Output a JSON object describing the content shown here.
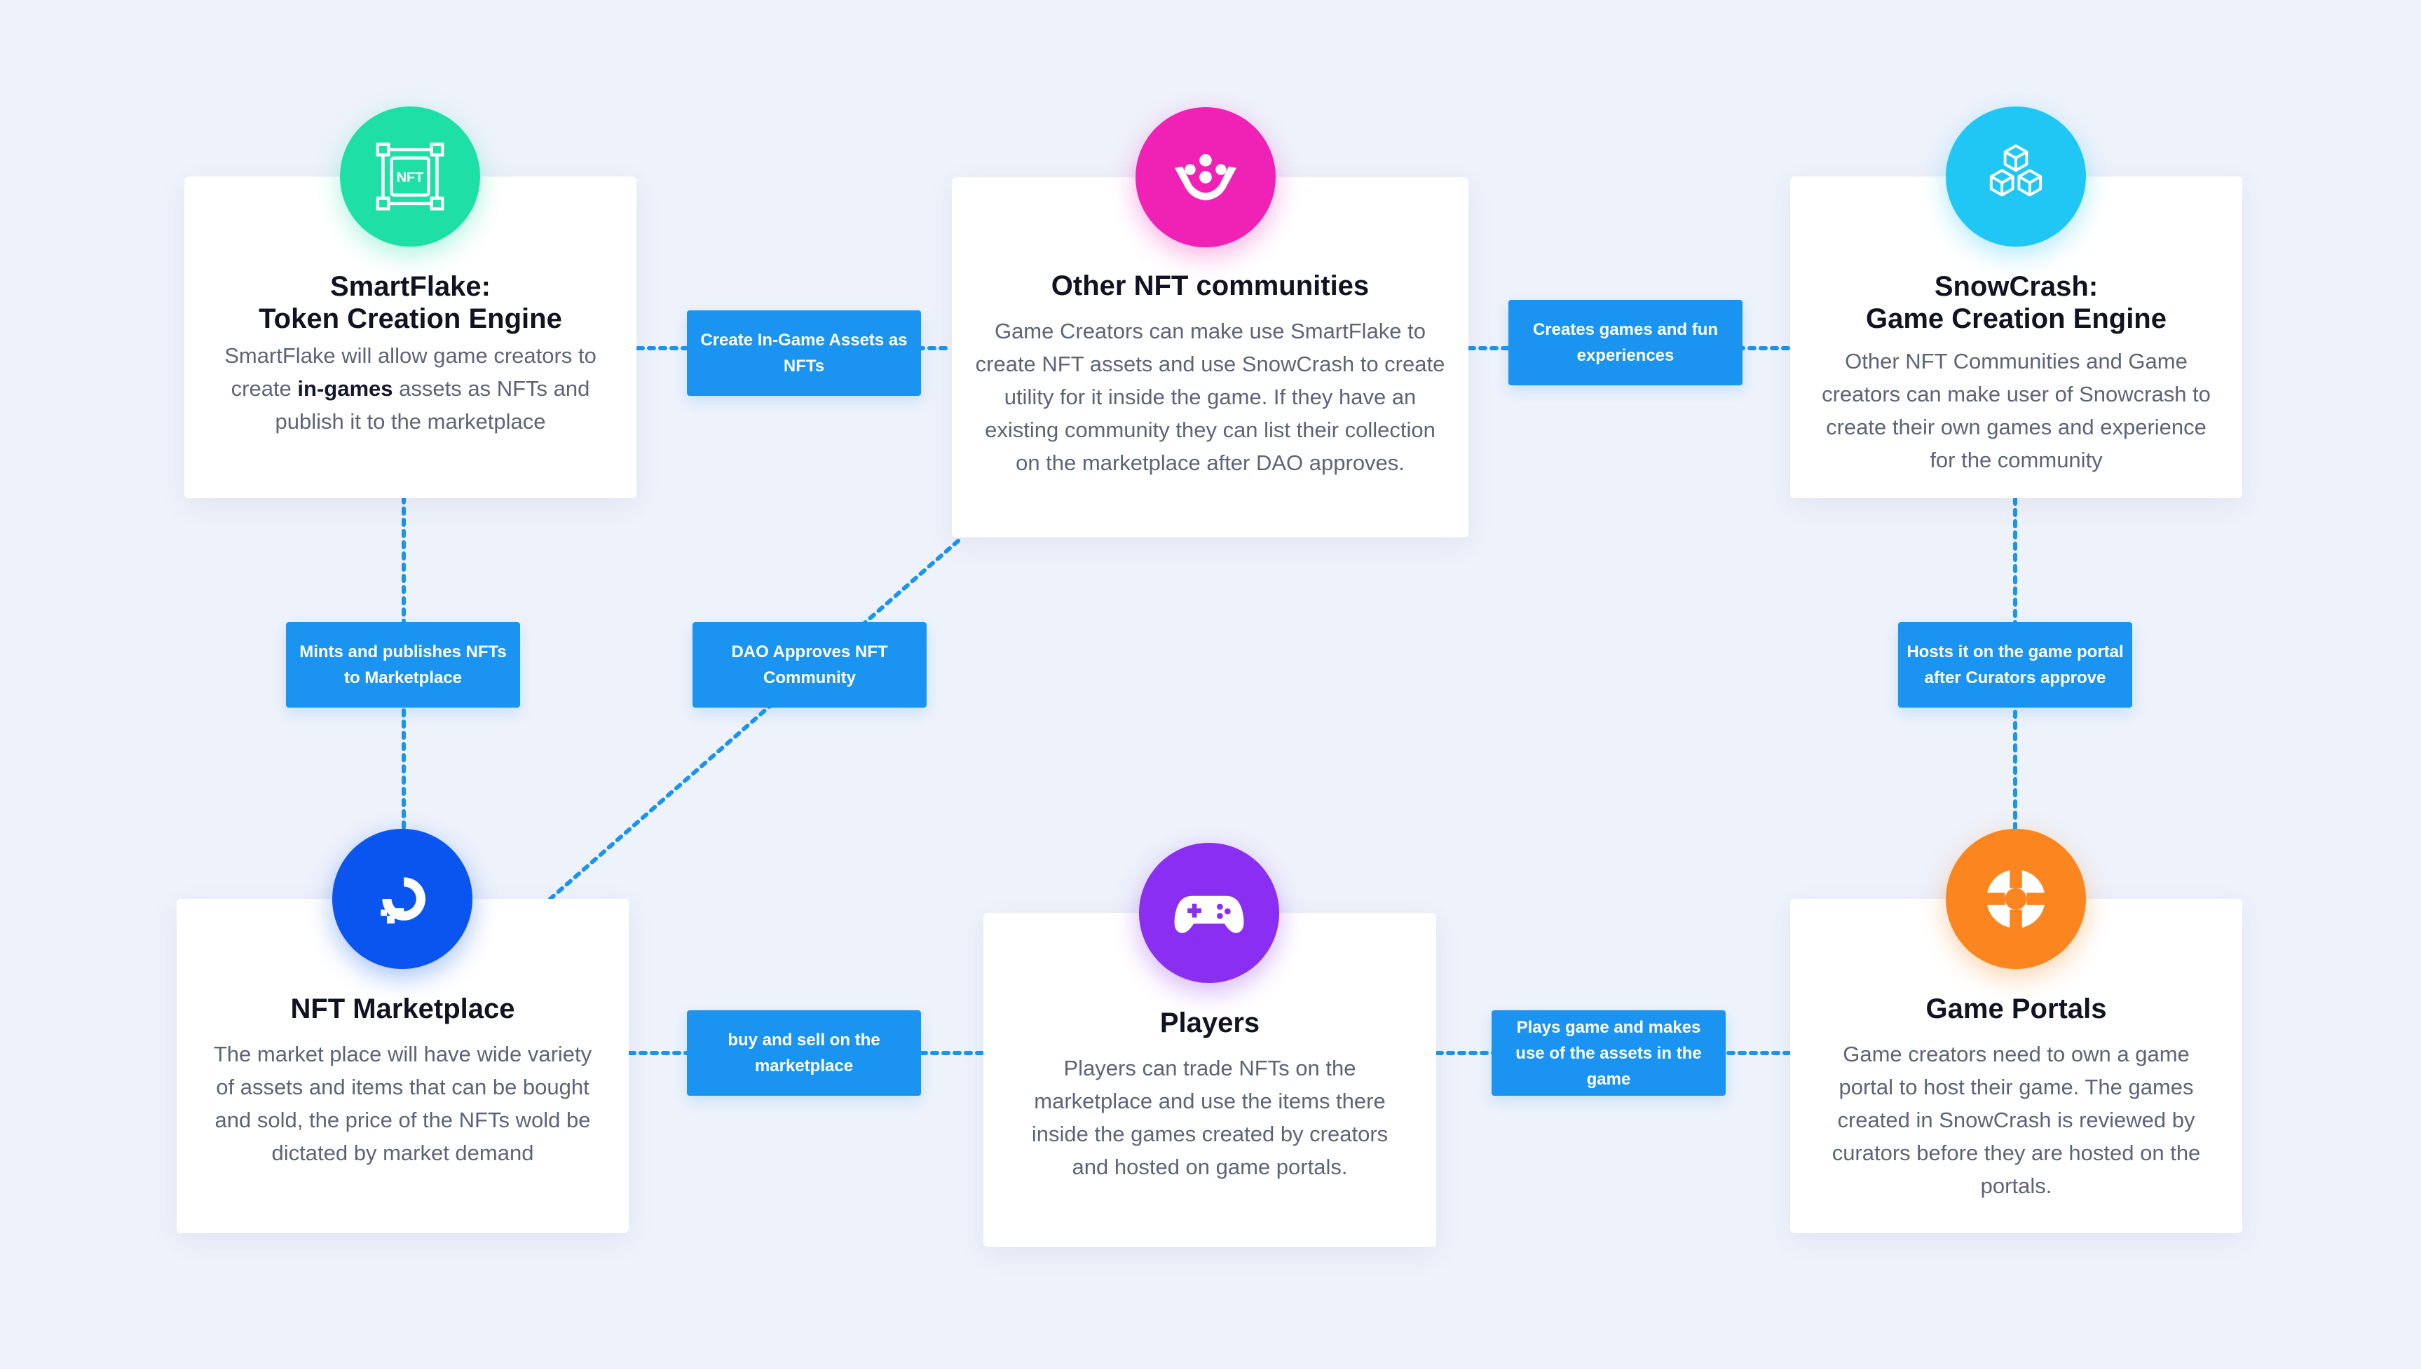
{
  "colors": {
    "background": "#eef2fb",
    "connector": "#1a94f0",
    "label_bg": "#1a94f0",
    "smartflake_icon": "#1ee0a6",
    "communities_icon": "#f021b5",
    "snowcrash_icon": "#20c7f5",
    "marketplace_icon": "#0a55f0",
    "players_icon": "#8a2ef2",
    "portals_icon": "#fb8620"
  },
  "nodes": {
    "smartflake": {
      "icon": "nft-chip-icon",
      "title_line1": "SmartFlake:",
      "title_line2": "Token Creation Engine",
      "desc_before": "SmartFlake will allow game creators to create ",
      "desc_bold": "in-games",
      "desc_after": " assets as NFTs and publish it to the marketplace"
    },
    "communities": {
      "icon": "community-hands-icon",
      "title": "Other NFT communities",
      "desc": "Game Creators can make use SmartFlake to create NFT assets and use SnowCrash to create utility for it inside the game. If they have an existing community they can list their collection on the marketplace after DAO approves."
    },
    "snowcrash": {
      "icon": "cubes-icon",
      "title_line1": "SnowCrash:",
      "title_line2": "Game Creation Engine",
      "desc": "Other NFT Communities and Game creators can make user of Snowcrash to create their own games and experience for the community"
    },
    "marketplace": {
      "icon": "marketplace-logo-icon",
      "title": "NFT Marketplace",
      "desc": "The market place will have wide variety of assets and items that can be bought and sold, the price of the NFTs wold be dictated by market demand"
    },
    "players": {
      "icon": "gamepad-icon",
      "title": "Players",
      "desc": "Players can trade NFTs on the marketplace and use the items there inside the games created by creators and hosted on game portals."
    },
    "portals": {
      "icon": "lifebuoy-icon",
      "title": "Game Portals",
      "desc": "Game creators need to own a game portal to host their game. The games created in SnowCrash is reviewed by curators before they are hosted on the portals."
    }
  },
  "edges": {
    "create_assets": "Create In-Game Assets as NFTs",
    "creates_games": "Creates games and fun experiences",
    "mints": "Mints and publishes NFTs to Marketplace",
    "dao": "DAO Approves NFT Community",
    "hosts": "Hosts it on the game portal after Curators approve",
    "buy_sell": "buy and sell on the marketplace",
    "plays": "Plays game and makes use of the assets in the game"
  }
}
